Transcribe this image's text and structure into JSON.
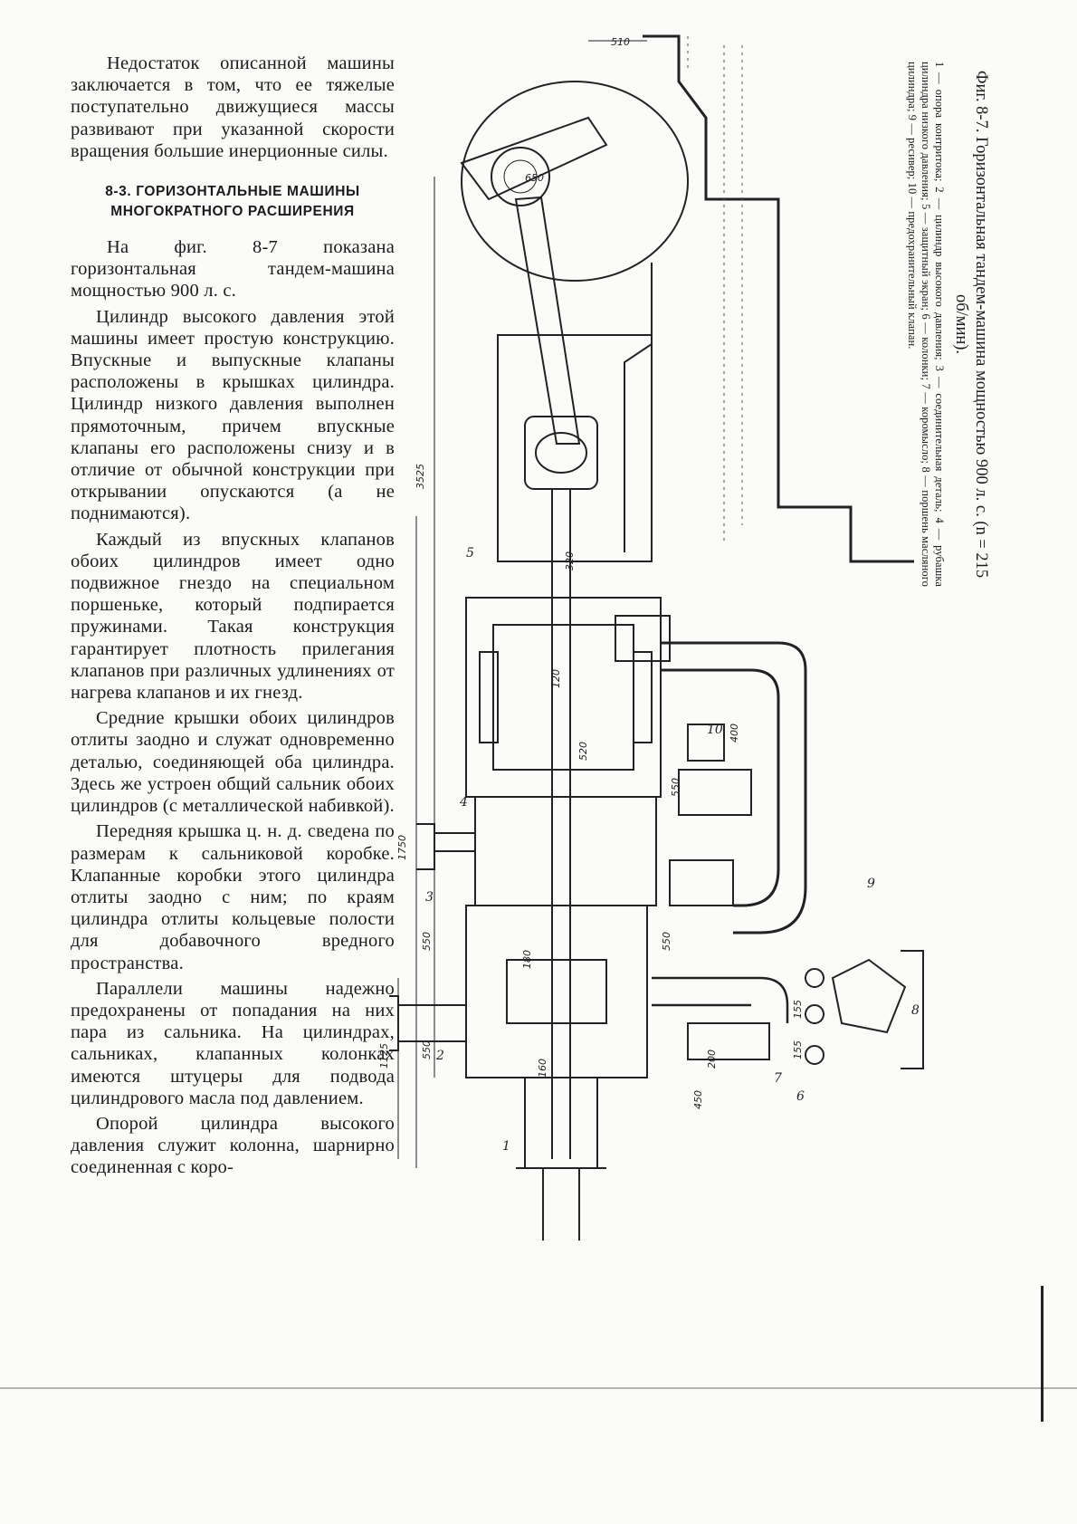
{
  "text": {
    "p1": "Недостаток описанной машины заключается в том, что ее тяжелые поступательно движущиеся массы развивают при указанной скорости вращения большие инерционные силы.",
    "heading": "8-3. ГОРИЗОНТАЛЬНЫЕ МАШИНЫ МНОГОКРАТНОГО РАСШИРЕНИЯ",
    "p2": "На фиг. 8-7 показана горизонтальная тандем-машина мощностью 900 л. с.",
    "p3": "Цилиндр высокого давления этой машины имеет простую конструкцию. Впускные и выпускные клапаны расположены в крышках цилиндра. Цилиндр низкого давления выполнен прямоточным, причем впускные клапаны его расположены снизу и в отличие от обычной конструкции при открывании опускаются (а не поднимаются).",
    "p4": "Каждый из впускных клапанов обоих цилиндров имеет одно подвижное гнездо на специальном поршеньке, который подпирается пружинами. Такая конструкция гарантирует плотность прилегания клапанов при различных удлинениях от нагрева клапанов и их гнезд.",
    "p5": "Средние крышки обоих цилиндров отлиты заодно и служат одновременно деталью, соединяющей оба цилиндра. Здесь же устроен общий сальник обоих цилиндров (с металлической набивкой).",
    "p6": "Передняя крышка ц. н. д. сведена по размерам к сальниковой коробке. Клапанные коробки этого цилиндра отлиты заодно с ним; по краям цилиндра отлиты кольцевые полости для добавочного вредного пространства.",
    "p7": "Параллели машины надежно предохранены от попадания на них пара из сальника. На цилиндрах, сальниках, клапанных колонках имеются штуцеры для подвода цилиндрового масла под давлением.",
    "p8": "Опорой цилиндра высокого давления служит колонна, шарнирно соединенная с коро-"
  },
  "figure": {
    "caption_title": "Фиг. 8-7. Горизонтальная тандем-машина мощностью 900 л. с. (n = 215 об/мин).",
    "caption_legend": "1 — опора контритока; 2 — цилиндр высокого давления; 3 — соединительная деталь; 4 — рубашка цилиндра низкого давления; 5 — защитный экран; 6 — колонки; 7 — коромысло; 8 — поршень масляного цилиндра; 9 — ресивер; 10 — предохранительный клапан.",
    "dimensions": {
      "d510": "510",
      "d650": "650",
      "d3525": "3525",
      "d1750": "1750",
      "d1125": "1125",
      "d550a": "550",
      "d550b": "550",
      "d550c": "550",
      "d550d": "550",
      "d520": "520",
      "d120": "120",
      "d320": "320",
      "d400": "400",
      "d155a": "155",
      "d155b": "155",
      "d200": "200",
      "d450": "450",
      "d160": "160",
      "d180": "180"
    },
    "labels": [
      "1",
      "2",
      "3",
      "4",
      "5",
      "6",
      "7",
      "8",
      "9",
      "10"
    ]
  }
}
